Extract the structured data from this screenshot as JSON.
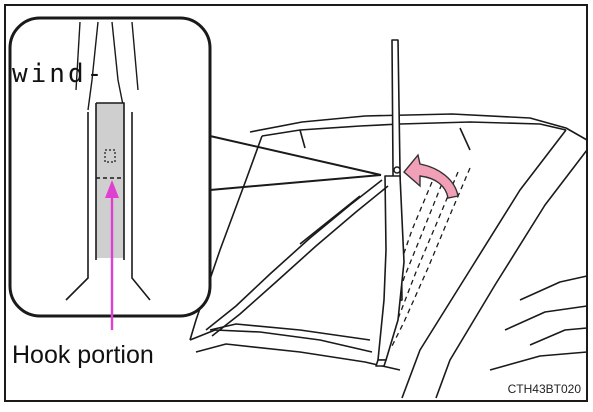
{
  "inset_overlay_text": "wind-",
  "callout_label": "Hook portion",
  "figure_code": "CTH43BT020",
  "colors": {
    "line": "#1a1a1a",
    "hook_highlight": "#cfcfcf",
    "arrow_magenta": "#e040d0",
    "motion_arrow_fill": "#f2a0b8",
    "motion_arrow_stroke": "#333333"
  }
}
